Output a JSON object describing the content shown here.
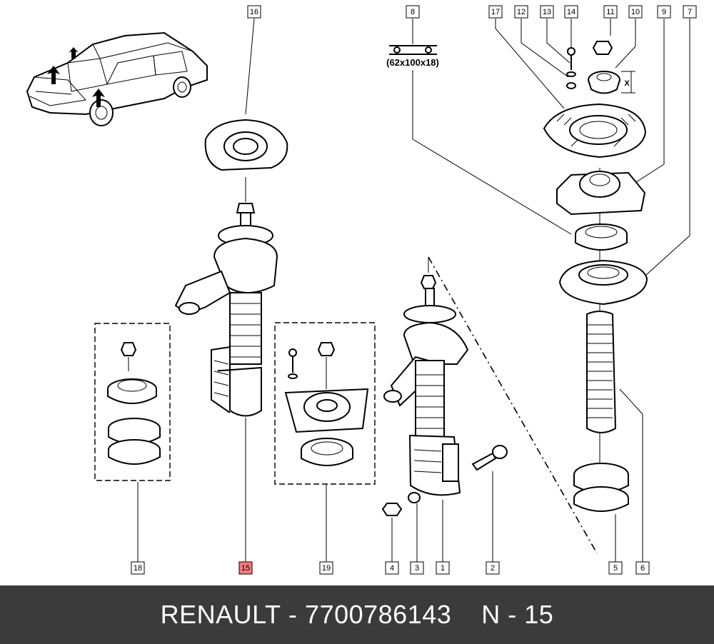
{
  "callouts": [
    {
      "id": "16",
      "label": "16"
    },
    {
      "id": "8",
      "label": "8"
    },
    {
      "id": "17",
      "label": "17"
    },
    {
      "id": "12",
      "label": "12"
    },
    {
      "id": "13",
      "label": "13"
    },
    {
      "id": "14",
      "label": "14"
    },
    {
      "id": "11",
      "label": "11"
    },
    {
      "id": "10",
      "label": "10"
    },
    {
      "id": "9",
      "label": "9"
    },
    {
      "id": "7",
      "label": "7"
    },
    {
      "id": "18",
      "label": "18"
    },
    {
      "id": "15",
      "label": "15",
      "highlighted": true
    },
    {
      "id": "19",
      "label": "19"
    },
    {
      "id": "4",
      "label": "4"
    },
    {
      "id": "3",
      "label": "3"
    },
    {
      "id": "1",
      "label": "1"
    },
    {
      "id": "2",
      "label": "2"
    },
    {
      "id": "5",
      "label": "5"
    },
    {
      "id": "6",
      "label": "6"
    }
  ],
  "dimension_label": "(62x100x18)",
  "clearance_label": "X",
  "highlight_color": "#ff7b7b",
  "footer": {
    "brand": "RENAULT",
    "separator": "-",
    "part_number": "7700786143",
    "position_label": "N - 15"
  },
  "footer_bg": "#3b3b3b"
}
